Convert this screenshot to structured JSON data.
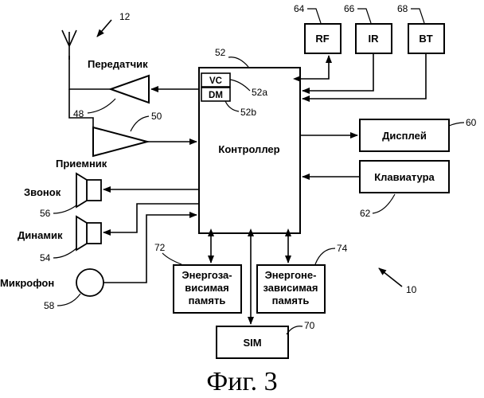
{
  "figure": {
    "caption": "Фиг. 3",
    "overall_ref": "10"
  },
  "blocks": {
    "controller": {
      "label": "Контроллер",
      "ref": "52"
    },
    "vc": {
      "label": "VC",
      "ref": "52a"
    },
    "dm": {
      "label": "DM",
      "ref": "52b"
    },
    "rf": {
      "label": "RF",
      "ref": "64"
    },
    "ir": {
      "label": "IR",
      "ref": "66"
    },
    "bt": {
      "label": "BT",
      "ref": "68"
    },
    "display": {
      "label": "Дисплей",
      "ref": "60"
    },
    "keypad": {
      "label": "Клавиатура",
      "ref": "62"
    },
    "volatile_memory": {
      "lines": [
        "Энергоза-",
        "висимая",
        "память"
      ],
      "ref": "72"
    },
    "nonvolatile_memory": {
      "lines": [
        "Энергоне-",
        "зависимая",
        "память"
      ],
      "ref": "74"
    },
    "sim": {
      "label": "SIM",
      "ref": "70"
    }
  },
  "components": {
    "antenna": {
      "ref": "12"
    },
    "transmitter": {
      "label": "Передатчик",
      "ref": "48"
    },
    "receiver": {
      "label": "Приемник",
      "ref": "50"
    },
    "ringer": {
      "label": "Звонок",
      "ref": "56"
    },
    "speaker": {
      "label": "Динамик",
      "ref": "54"
    },
    "microphone": {
      "label": "Микрофон",
      "ref": "58"
    }
  }
}
